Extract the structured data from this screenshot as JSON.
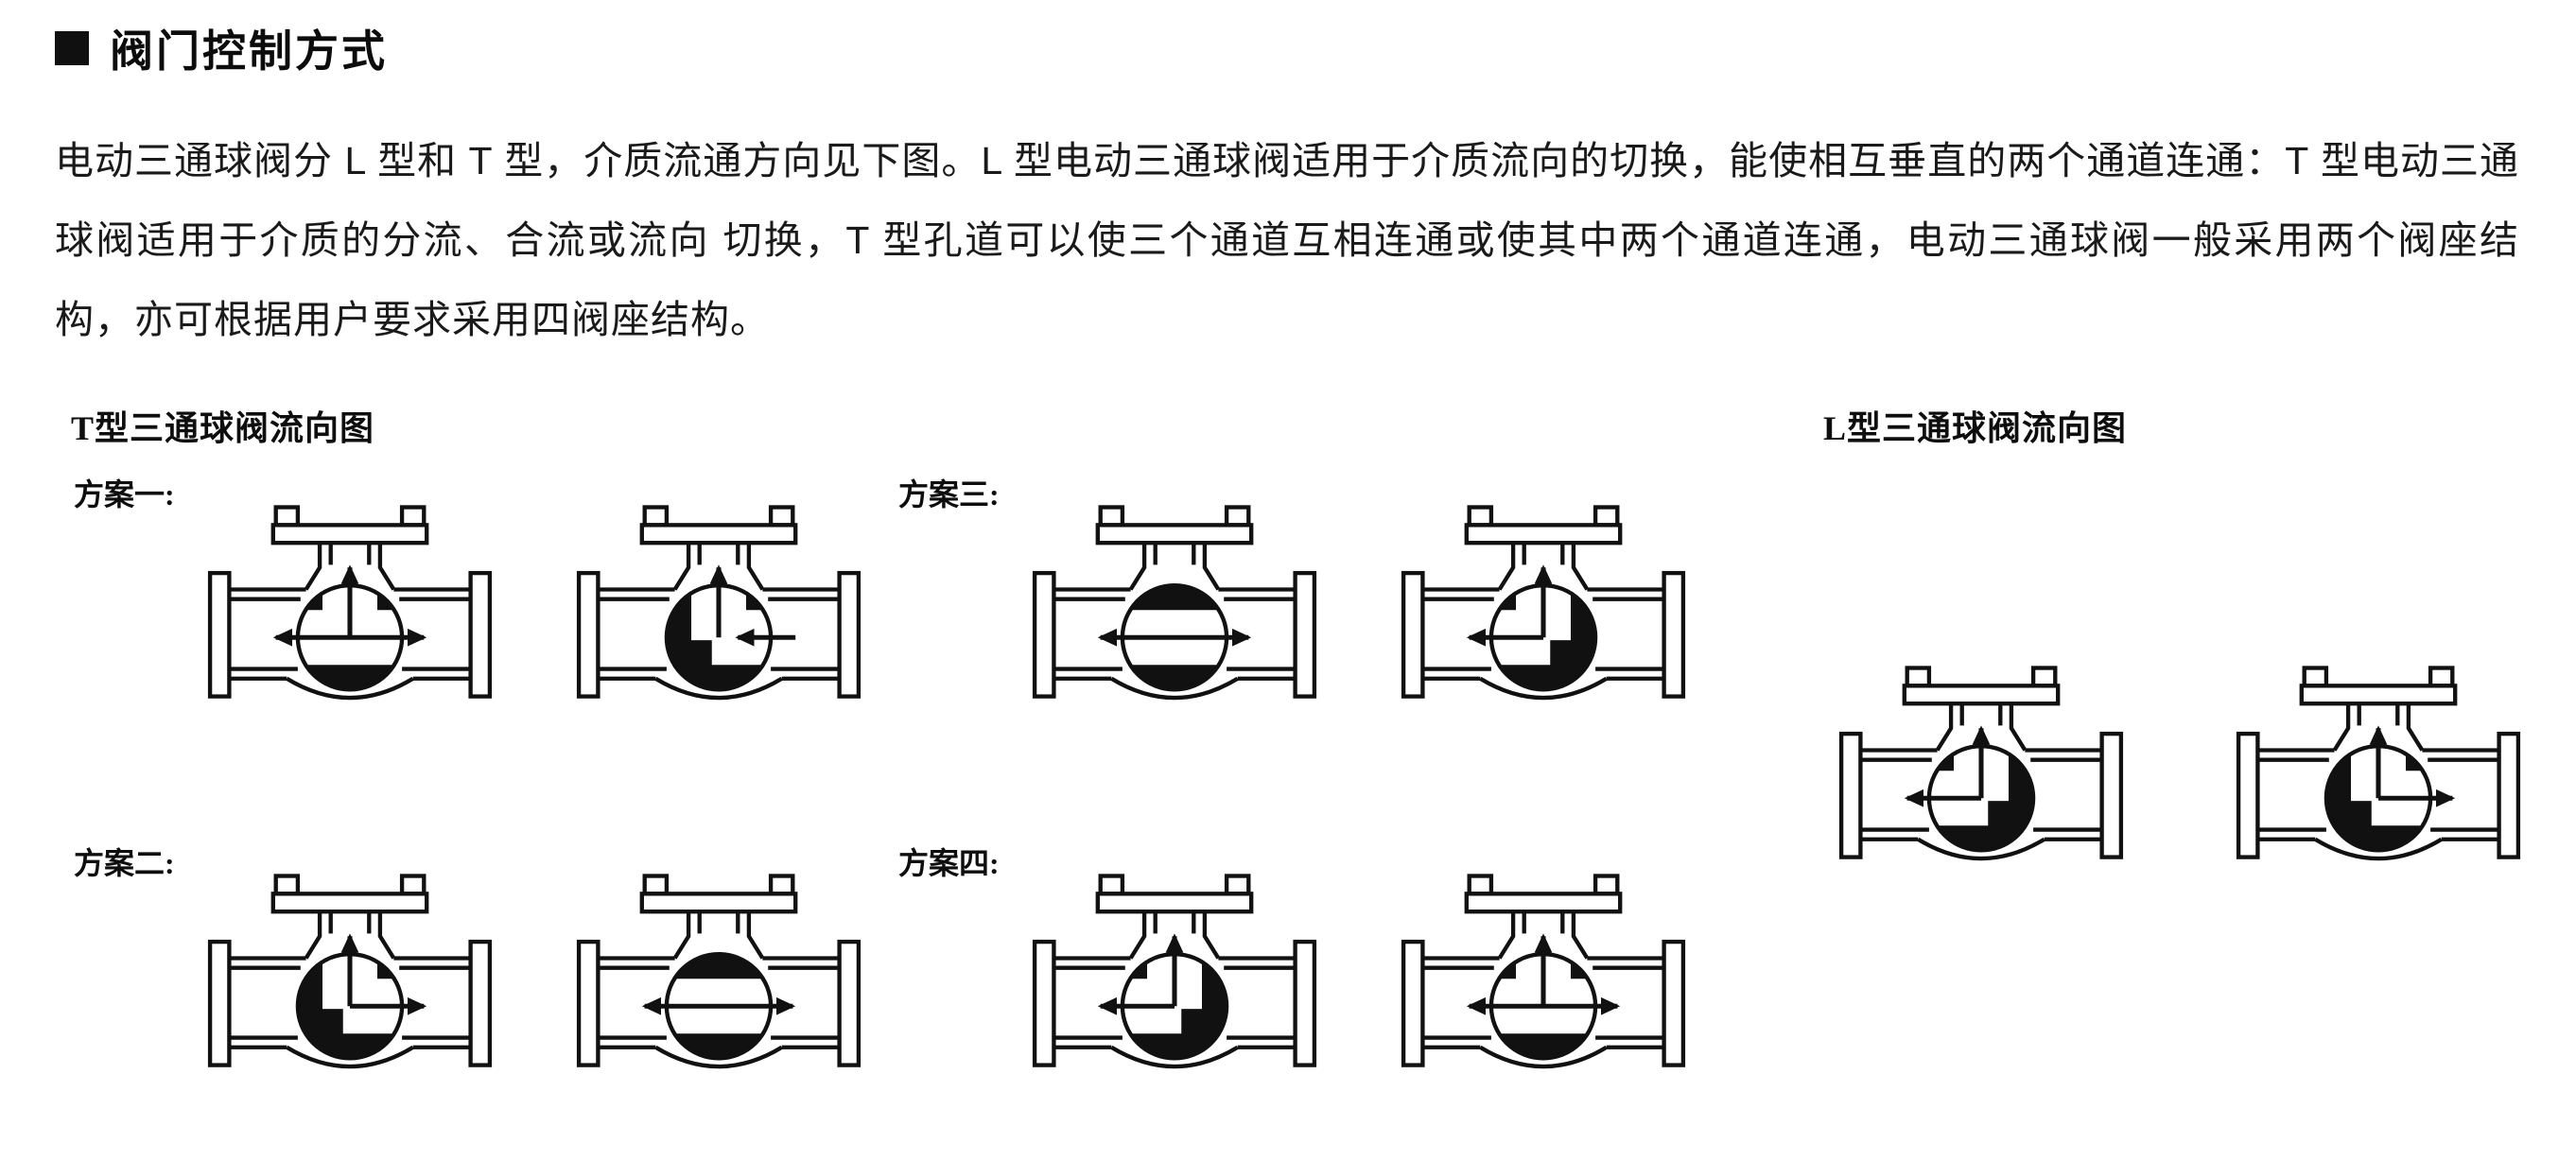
{
  "header": {
    "title": "阀门控制方式"
  },
  "intro": {
    "text": "电动三通球阀分 L 型和 T 型，介质流通方向见下图。L 型电动三通球阀适用于介质流向的切换，能使相互垂直的两个通道连通：T 型电动三通球阀适用于介质的分流、合流或流向 切换，T 型孔道可以使三个通道互相连通或使其中两个通道连通，电动三通球阀一般采用两个阀座结构，亦可根据用户要求采用四阀座结构。"
  },
  "t_section": {
    "title": "T型三通球阀流向图",
    "schemes": [
      {
        "label": "方案一:",
        "valves": [
          {
            "channel": "T",
            "arrows": "t-open"
          },
          {
            "channel": "L-right",
            "arrows": "right-to-top"
          }
        ]
      },
      {
        "label": "方案二:",
        "valves": [
          {
            "channel": "L-right",
            "arrows": "top-to-right"
          },
          {
            "channel": "H",
            "arrows": "h-double"
          }
        ]
      },
      {
        "label": "方案三:",
        "valves": [
          {
            "channel": "H",
            "arrows": "h-double"
          },
          {
            "channel": "L-left",
            "arrows": "left-and-top"
          }
        ]
      },
      {
        "label": "方案四:",
        "valves": [
          {
            "channel": "L-left",
            "arrows": "left-and-top"
          },
          {
            "channel": "T",
            "arrows": "t-open"
          }
        ]
      }
    ]
  },
  "l_section": {
    "title": "L型三通球阀流向图",
    "valves": [
      {
        "channel": "L-left",
        "arrows": "left-and-top"
      },
      {
        "channel": "L-right",
        "arrows": "top-to-right"
      }
    ]
  },
  "colors": {
    "ink": "#111111",
    "paper": "#ffffff"
  }
}
